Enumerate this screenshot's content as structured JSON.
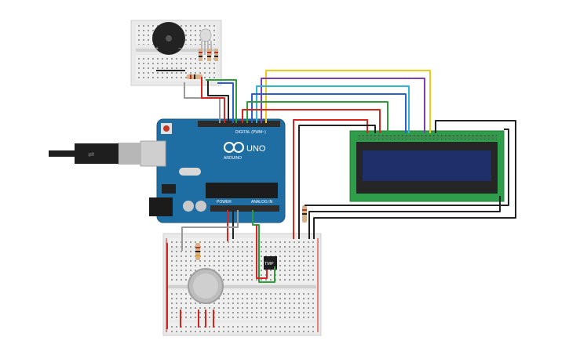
{
  "arduino": {
    "model": "UNO",
    "brand": "ARDUINO",
    "digital_header": "DIGITAL (PWM~)",
    "power_header": "POWER",
    "analog_header": "ANALOG IN",
    "board_color": "#1f6ea3"
  },
  "sensor": {
    "label": "TMP"
  },
  "buzzer": {
    "plus": "+",
    "minus": "−"
  },
  "wire_colors": {
    "red": "#d9231f",
    "black": "#222222",
    "yellow": "#f2c81a",
    "purple": "#7a3fb3",
    "cyan": "#2fb3d9",
    "blue": "#2a5fd0",
    "green": "#2f9e3a",
    "gray": "#9a9a9a"
  },
  "lcd": {
    "screen_color": "#1e2f6a",
    "pcb_color": "#2f9e4a"
  }
}
